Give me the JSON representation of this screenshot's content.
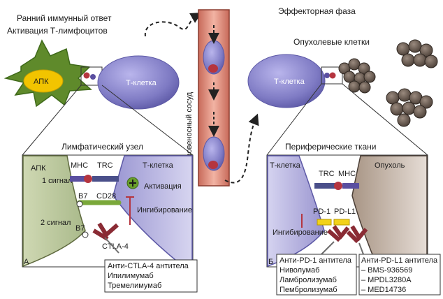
{
  "top": {
    "left_title_1": "Ранний иммунный ответ",
    "left_title_2": "Активация Т-лимфоцитов",
    "right_title": "Эффекторная фаза",
    "tumor_cells": "Опухолевые клетки",
    "apc": "АПК",
    "t_cell_left": "Т-клетка",
    "t_cell_right": "Т-клетка",
    "vessel": "Кровеносный сосуд"
  },
  "panel_a": {
    "title": "Лимфатический узел",
    "apc": "АПК",
    "t_cell": "Т-клетка",
    "mhc": "MHC",
    "trc": "TRC",
    "signal1": "1 сигнал",
    "signal2": "2 сигнал",
    "b7_top": "B7",
    "b7_bottom": "B7",
    "cd28": "CD28",
    "activation": "Активация",
    "inhibition": "Ингибирование",
    "ctla4": "CTLA-4",
    "letter": "А",
    "drugs": [
      "Анти-CTLA-4 антитела",
      "Ипилимумаб",
      "Тремелимумаб"
    ]
  },
  "panel_b": {
    "title": "Периферические ткани",
    "t_cell": "Т-клетка",
    "trc": "TRC",
    "mhc": "MHC",
    "tumor": "Опухоль",
    "pd1": "PD-1",
    "pdl1": "PD-L1",
    "inhibition": "Ингибирование",
    "letter": "Б",
    "drugs_pd1": [
      "Анти-PD-1 антитела",
      "Ниволумаб",
      "Ламбролизумаб",
      "Пембролизумаб"
    ],
    "drugs_pdl1": [
      "Анти-PD-L1 антитела",
      "– BMS-936569",
      "– MPDL3280A",
      "– MED14736"
    ]
  },
  "colors": {
    "apc_green": "#5f8a2b",
    "apc_yellow": "#f2c400",
    "tcell_purple": "#8a86cc",
    "vessel_red": "#e0907e",
    "tumor_brown": "#6a5a4e",
    "receptor_red": "#b5353f",
    "receptor_yellow": "#f2d21a"
  }
}
